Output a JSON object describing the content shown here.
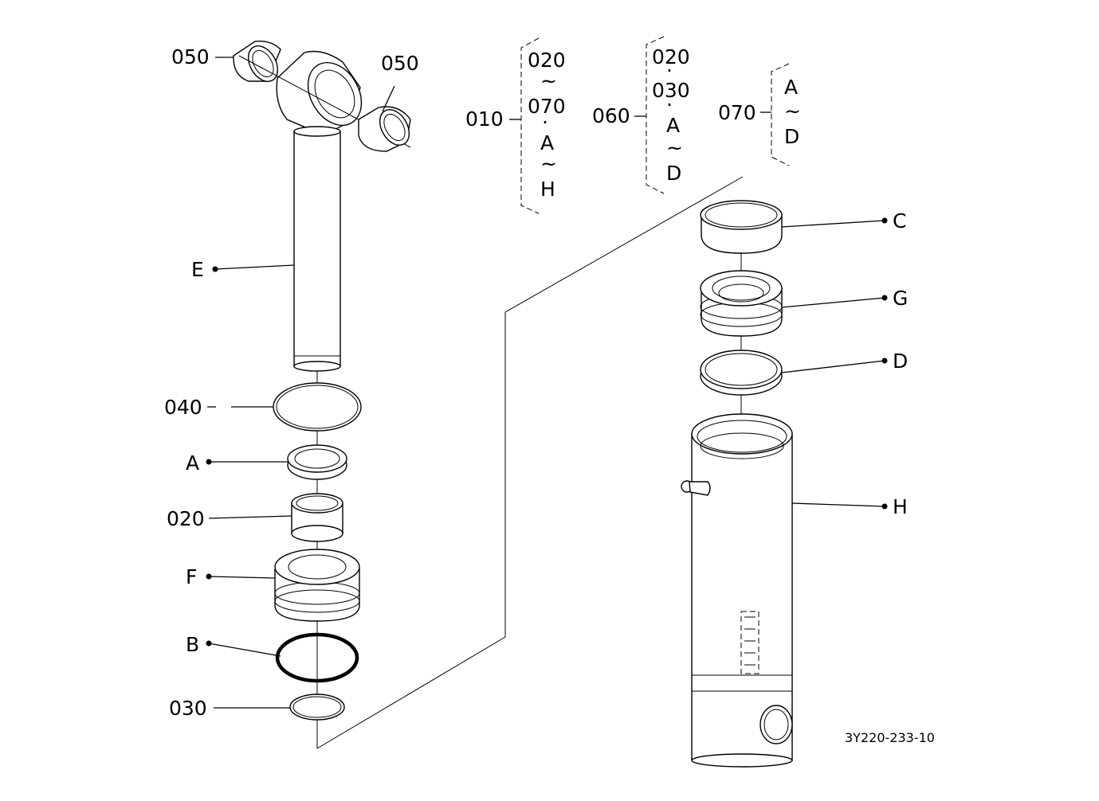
{
  "diagram_code": "3Y220-233-10",
  "part_labels": {
    "p050_left": "050",
    "p050_right": "050",
    "pE": "E",
    "p040": "040",
    "pA": "A",
    "p020": "020",
    "pF": "F",
    "pB": "B",
    "p030": "030",
    "pC": "C",
    "pG": "G",
    "pD": "D",
    "pH": "H"
  },
  "groups": [
    {
      "parent": "010",
      "children": [
        "020",
        "~",
        "070",
        "·",
        "A",
        "~",
        "H"
      ]
    },
    {
      "parent": "060",
      "children": [
        "020",
        "·",
        "030",
        "·",
        "A",
        "~",
        "D"
      ]
    },
    {
      "parent": "070",
      "children": [
        "A",
        "~",
        "D"
      ]
    }
  ]
}
